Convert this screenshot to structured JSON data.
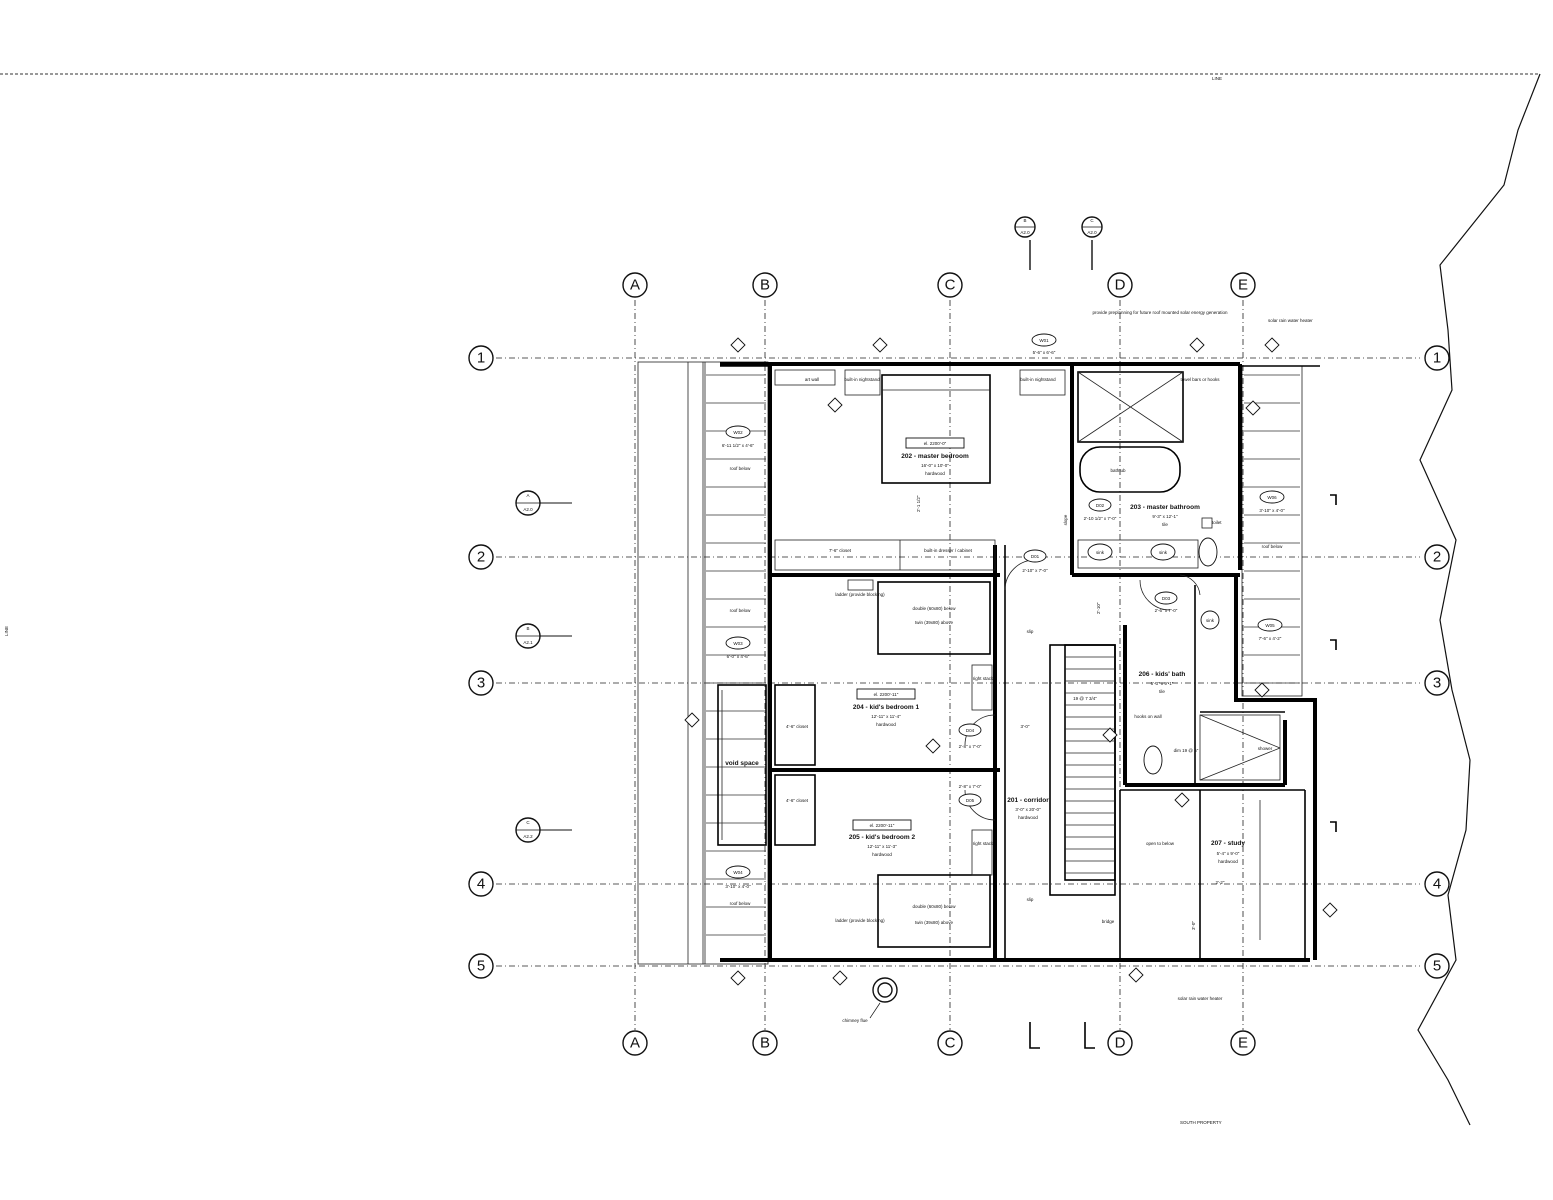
{
  "page": {
    "top_line_label": "LINE",
    "left_line_label": "LINE",
    "bottom_property_label": "SOUTH PROPERTY"
  },
  "grid": {
    "columns": [
      "A",
      "B",
      "C",
      "D",
      "E"
    ],
    "rows": [
      "1",
      "2",
      "3",
      "4",
      "5"
    ]
  },
  "section_markers": [
    {
      "letter": "A",
      "sheet": "A2.0"
    },
    {
      "letter": "B",
      "sheet": "A2.1"
    },
    {
      "letter": "C",
      "sheet": "A2.2"
    }
  ],
  "elevation_markers": [
    {
      "letter": "B",
      "sheet": "A2.0"
    },
    {
      "letter": "C",
      "sheet": "A2.0"
    }
  ],
  "rooms": [
    {
      "elevation": "el. 2200'-0\"",
      "name": "202 - master bedroom",
      "size": "16'-0\" x 10'-0\"",
      "finish": "hardwood"
    },
    {
      "elevation": "",
      "name": "203 - master bathroom",
      "size": "9'-3\" x 12'-1\"",
      "finish": "tile"
    },
    {
      "elevation": "el. 2200'-11\"",
      "name": "204 - kid's bedroom 1",
      "size": "12'-11\" x 11'-4\"",
      "finish": "hardwood"
    },
    {
      "elevation": "el. 2200'-11\"",
      "name": "205 - kid's bedroom 2",
      "size": "12'-11\" x 11'-3\"",
      "finish": "hardwood"
    },
    {
      "elevation": "",
      "name": "206 - kids' bath",
      "size": "6'-3\" x 9'-1\"",
      "finish": "tile"
    },
    {
      "elevation": "",
      "name": "201 - corridor",
      "size": "3'-0\" x 20'-0\"",
      "finish": "hardwood"
    },
    {
      "elevation": "",
      "name": "207 - study",
      "size": "5'-4\" x 9'-0\"",
      "finish": "hardwood"
    }
  ],
  "labels": {
    "art_wall": "art wall",
    "built_in_nightstand": "built-in nightstand",
    "towel_bars": "towel bars or hooks",
    "bathtub": "bathtub",
    "sink": "sink",
    "toilet": "toilet",
    "closet_76": "7'-6\" closet",
    "built_in_dresser": "built-in dresser / cabinet",
    "double_bed_1": "double (60x80) below",
    "twin_bed_1": "twin (39x80) above",
    "double_bed_2": "double (60x80) below",
    "twin_bed_2": "twin (39x80) above",
    "ladder": "ladder (provide blocking)",
    "closet_46": "4'-6\" closet",
    "void_space": "void space",
    "roof_below": "roof below",
    "slope": "slope",
    "hooks_on_wall": "hooks on wall",
    "dim_19": "dim 19 @ 5\"",
    "shower": "shower",
    "open_to_below": "open to below",
    "bridge": "bridge",
    "solar_heater_top": "solar rain water heater",
    "solar_heater_bottom": "solar rain water heater",
    "chimney_flue": "chimney flue",
    "stair_rise": "19 @ 7 3/4\"",
    "slip": "slip",
    "right_stack": "right stack",
    "solar_provide": "provide preplanning for future roof mounted solar energy generation"
  },
  "windows": [
    {
      "tag": "W01",
      "size": "5'-6\" x 6'-6\""
    },
    {
      "tag": "W02",
      "size": "6'-11 1/2\" x 4'-6\""
    },
    {
      "tag": "W03",
      "size": "6'-0\" x 4'-6\""
    },
    {
      "tag": "W04",
      "size": "3'-10\" x 4'-0\""
    },
    {
      "tag": "W05",
      "size": "7'-6\" x 4'-2\""
    },
    {
      "tag": "W06",
      "size": "3'-10\" x 4'-0\""
    }
  ],
  "doors": [
    {
      "tag": "D01",
      "size": "2'-10\" x 7'-0\""
    },
    {
      "tag": "D02",
      "size": "2'-10 1/2\" x 7'-0\""
    },
    {
      "tag": "D03",
      "size": "2'-6\" x 7'-0\""
    },
    {
      "tag": "D04",
      "size": "2'-8\" x 7'-0\""
    },
    {
      "tag": "D05",
      "size": "2'-8\" x 7'-0\""
    }
  ],
  "dims": {
    "d1": "2'-1 1/2\"",
    "d2": "3'-0\"",
    "d3": "2'-10\"",
    "d4": "3'-0\"",
    "d5": "2'-2\""
  }
}
